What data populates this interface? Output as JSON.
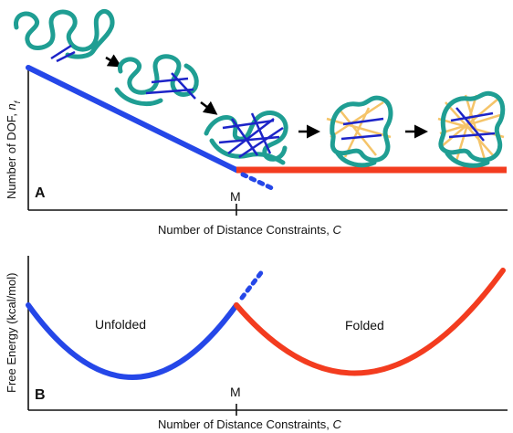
{
  "panel_a": {
    "letter": "A",
    "y_axis_title": "Number of DOF, ",
    "y_axis_symbol": "n",
    "y_axis_subscript": "f",
    "x_axis_title": "Number of Distance Constraints, ",
    "x_axis_symbol": "C",
    "marker_label": "M"
  },
  "panel_b": {
    "letter": "B",
    "y_axis_title": "Free Energy (kcal/mol)",
    "x_axis_title": "Number of Distance Constraints, ",
    "x_axis_symbol": "C",
    "marker_label": "M",
    "left_region_label": "Unfolded",
    "right_region_label": "Folded"
  },
  "colors": {
    "unfolded": "#2547e8",
    "folded": "#f33c1f",
    "protein_strand": "#1f9e93",
    "hbond_constraint": "#1d24c8",
    "folded_constraint": "#f5c469",
    "axis": "#111111",
    "arrow": "#000000"
  },
  "icons": {
    "protein": "protein-conformation-icon",
    "arrow": "right-arrow-icon"
  }
}
